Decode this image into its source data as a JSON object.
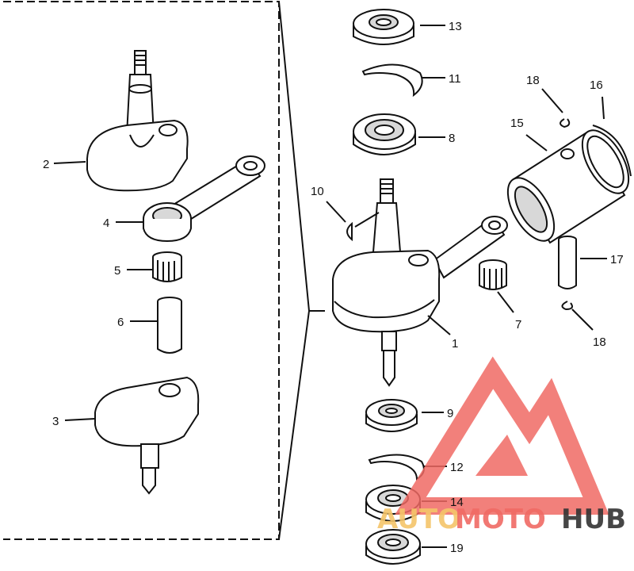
{
  "labels": {
    "l1": "1",
    "l2": "2",
    "l3": "3",
    "l4": "4",
    "l5": "5",
    "l6": "6",
    "l7": "7",
    "l8": "8",
    "l9": "9",
    "l10": "10",
    "l11": "11",
    "l12": "12",
    "l13": "13",
    "l14": "14",
    "l15": "15",
    "l16": "16",
    "l17": "17",
    "l18a": "18",
    "l18b": "18",
    "l19": "19"
  },
  "watermark": {
    "auto": "AUTO",
    "moto": "MOTO",
    "hub": "HUB",
    "colors": {
      "primary": "#f06a64",
      "secondary": "#f5c56a",
      "dark": "#333333"
    }
  }
}
